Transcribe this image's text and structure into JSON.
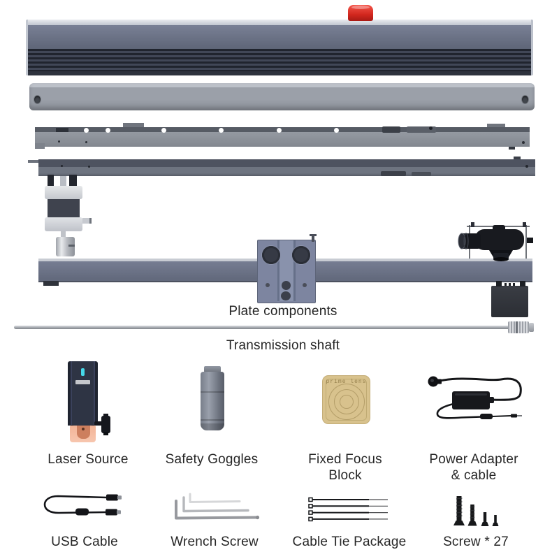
{
  "machine_parts": {
    "plate_components_label": "Plate components",
    "transmission_shaft_label": "Transmission shaft"
  },
  "accessories": {
    "laser_source": {
      "label": "Laser Source"
    },
    "safety_goggles": {
      "label": "Safety Goggles"
    },
    "fixed_focus_block": {
      "label": "Fixed Focus Block",
      "engraving": "prime lens"
    },
    "power_adapter": {
      "label": "Power Adapter & cable"
    },
    "usb_cable": {
      "label": "USB Cable"
    },
    "wrench_screw": {
      "label": "Wrench Screw"
    },
    "cable_tie_package": {
      "label": "Cable Tie Package"
    },
    "screws": {
      "label": "Screw * 27"
    }
  },
  "colors": {
    "emergency_button_red": "#d2271e",
    "laser_led_cyan": "#46d8e8",
    "heatsink_copper": "#f3b496",
    "focus_block_tan": "#d8c28d",
    "frame_slate": "#6e758a"
  }
}
